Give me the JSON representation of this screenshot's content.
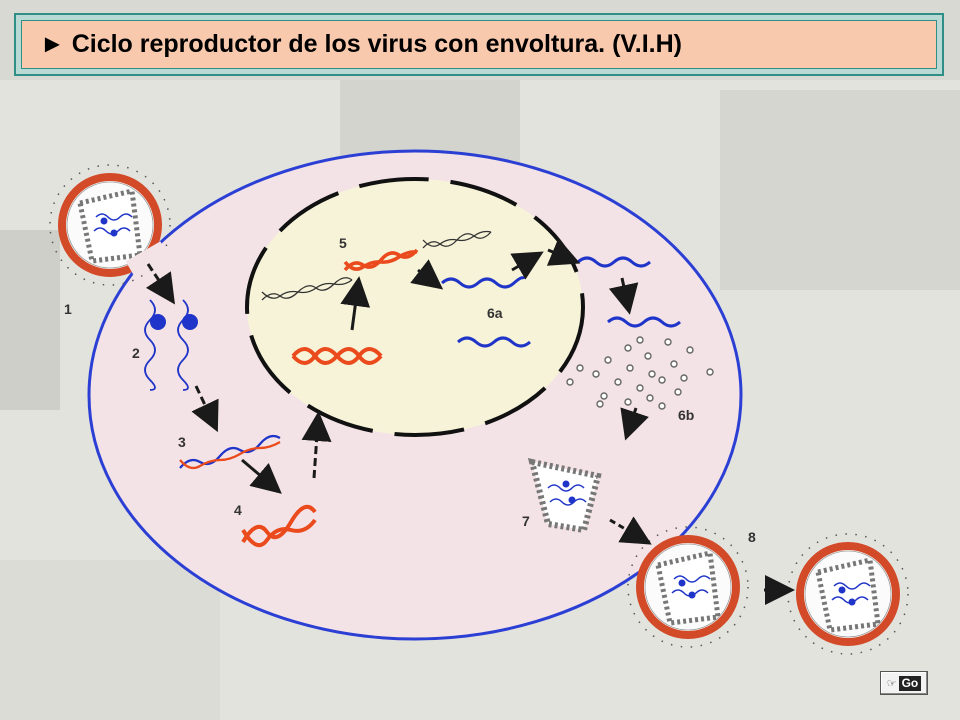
{
  "title": "► Ciclo reproductor de los virus con envoltura. (V.I.H)",
  "stage_labels": {
    "s1": "1",
    "s2": "2",
    "s3": "3",
    "s4": "4",
    "s5": "5",
    "s6a": "6a",
    "s6b": "6b",
    "s7": "7",
    "s8": "8"
  },
  "go_button": {
    "label": "Go",
    "icon": "hand-pointer-icon"
  },
  "colors": {
    "cell_membrane": "#2b3fd4",
    "cell_fill": "#f3e3e6",
    "nucleus_fill": "#f7f3d8",
    "viral_envelope": "#d24a28",
    "viral_rna": "#1f34c8",
    "host_dna": "#ea4a1c",
    "arrow": "#1a1a1a",
    "title_bg": "#f8c9ad",
    "title_border": "#2f8f86"
  }
}
